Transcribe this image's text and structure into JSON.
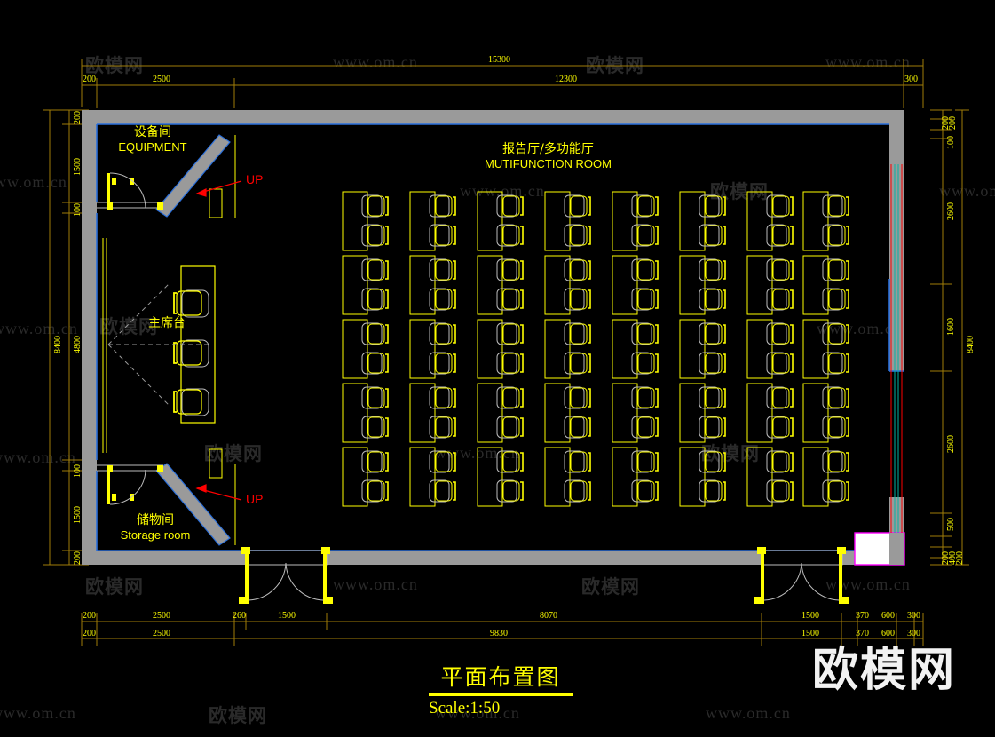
{
  "drawing": {
    "title_cn": "平面布置图",
    "title_en_scale": "Scale:1:50"
  },
  "rooms": [
    {
      "id": "equipment",
      "name_cn": "设备间",
      "name_en": "EQUIPMENT"
    },
    {
      "id": "main-hall",
      "name_cn": "报告厅/多功能厅",
      "name_en": "MUTIFUNCTION ROOM"
    },
    {
      "id": "presidium",
      "name_cn": "主席台",
      "name_en": ""
    },
    {
      "id": "storage",
      "name_cn": "储物间",
      "name_en": "Storage room"
    }
  ],
  "annotations": {
    "up_top": "UP",
    "up_bottom": "UP"
  },
  "dimensions": {
    "top_outer": [
      {
        "value": "15300"
      }
    ],
    "top_inner": [
      {
        "value": "200"
      },
      {
        "value": "2500"
      },
      {
        "value": "12300"
      },
      {
        "value": "300"
      }
    ],
    "left_outer": [
      {
        "value": "8400"
      }
    ],
    "left_inner": [
      {
        "value": "200"
      },
      {
        "value": "1500"
      },
      {
        "value": "100"
      },
      {
        "value": "4800"
      },
      {
        "value": "100"
      },
      {
        "value": "1500"
      },
      {
        "value": "200"
      }
    ],
    "right_outer": [
      {
        "value": "8400"
      }
    ],
    "right_inner": [
      {
        "value": "200"
      },
      {
        "value": "200"
      },
      {
        "value": "100"
      },
      {
        "value": "2600"
      },
      {
        "value": "1600"
      },
      {
        "value": "2600"
      },
      {
        "value": "500"
      },
      {
        "value": "200"
      },
      {
        "value": "400"
      },
      {
        "value": "200"
      }
    ],
    "bottom_row1": [
      {
        "value": "200"
      },
      {
        "value": "2500"
      },
      {
        "value": "260"
      },
      {
        "value": "1500"
      },
      {
        "value": "8070"
      },
      {
        "value": "1500"
      },
      {
        "value": "370"
      },
      {
        "value": "600"
      },
      {
        "value": "300"
      }
    ],
    "bottom_row2": [
      {
        "value": "200"
      },
      {
        "value": "2500"
      },
      {
        "value": "9830"
      },
      {
        "value": "1500"
      },
      {
        "value": "370"
      },
      {
        "value": "600"
      },
      {
        "value": "300"
      }
    ]
  },
  "seating": {
    "columns": 8,
    "blocks_per_column": 5,
    "seats_per_block": 2,
    "total_seats": 80
  },
  "presidium_seats": 3,
  "watermark": {
    "logo_text": "欧模网",
    "url_text": "www.om.cn"
  },
  "colors": {
    "background": "#000000",
    "wall_fill": "#9a9a9a",
    "wall_edge": "#2a6fdb",
    "furniture": "#ffff00",
    "dimension": "#b58b00",
    "annotation_red": "#ff0000",
    "window_red": "#ff0000",
    "window_cyan": "#00b5a5",
    "chair_outline": "#bdbdbd"
  }
}
